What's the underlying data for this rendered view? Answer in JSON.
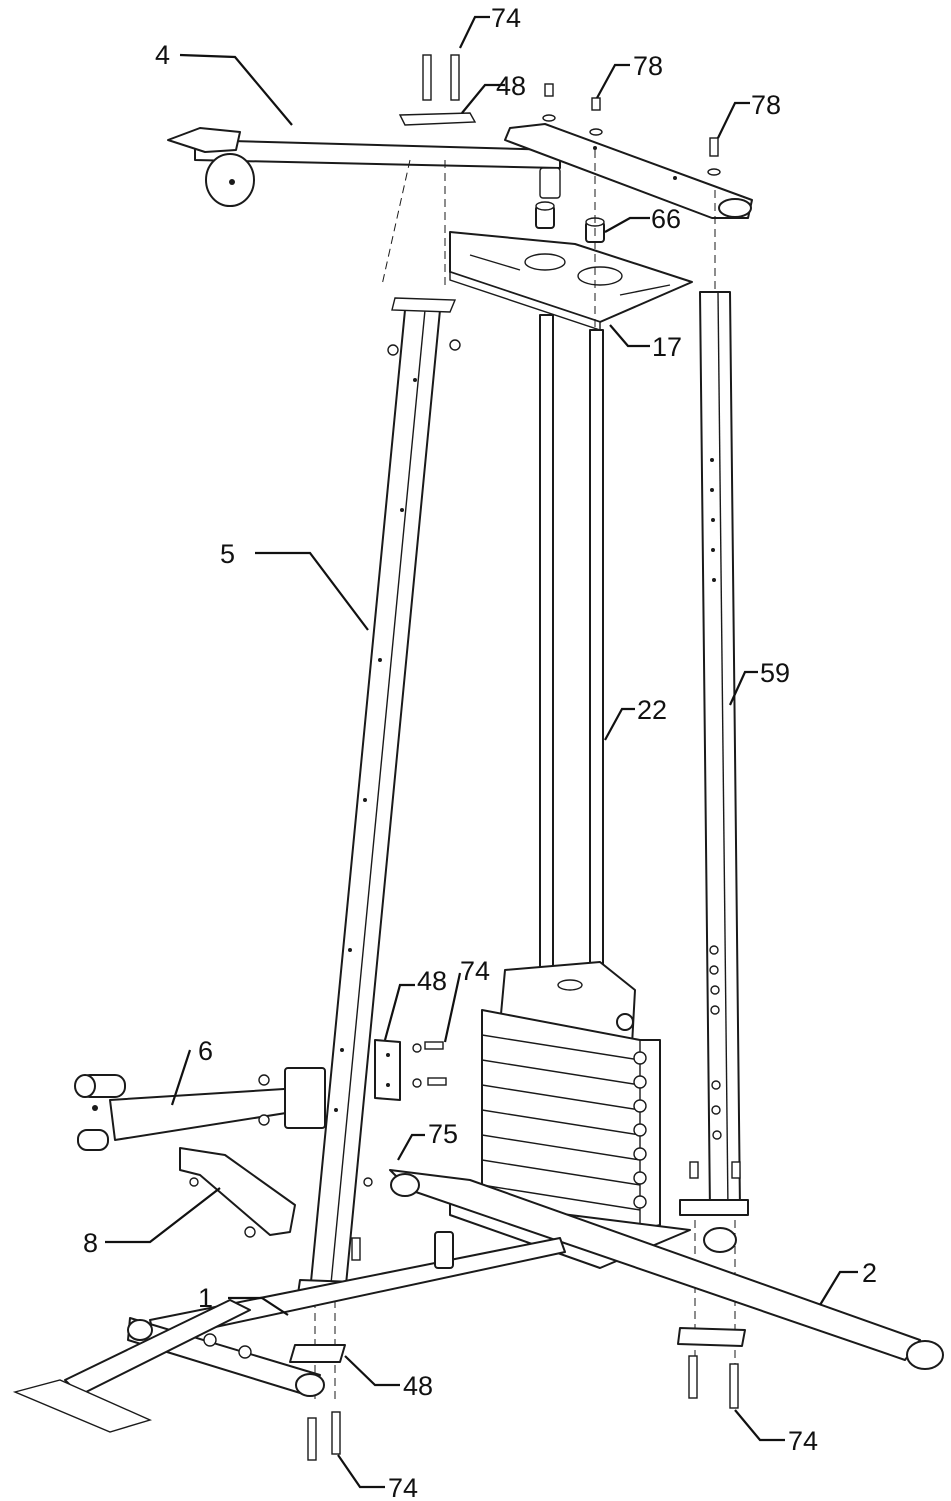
{
  "diagram": {
    "callouts": {
      "part_1": "1",
      "part_2": "2",
      "part_4": "4",
      "part_5": "5",
      "part_6": "6",
      "part_8": "8",
      "part_17": "17",
      "part_22": "22",
      "part_48_top": "48",
      "part_48_mid": "48",
      "part_48_bottom": "48",
      "part_59": "59",
      "part_66": "66",
      "part_74_top": "74",
      "part_74_mid": "74",
      "part_74_bottom_left": "74",
      "part_74_bottom_right": "74",
      "part_75": "75",
      "part_78_left": "78",
      "part_78_right": "78"
    }
  }
}
